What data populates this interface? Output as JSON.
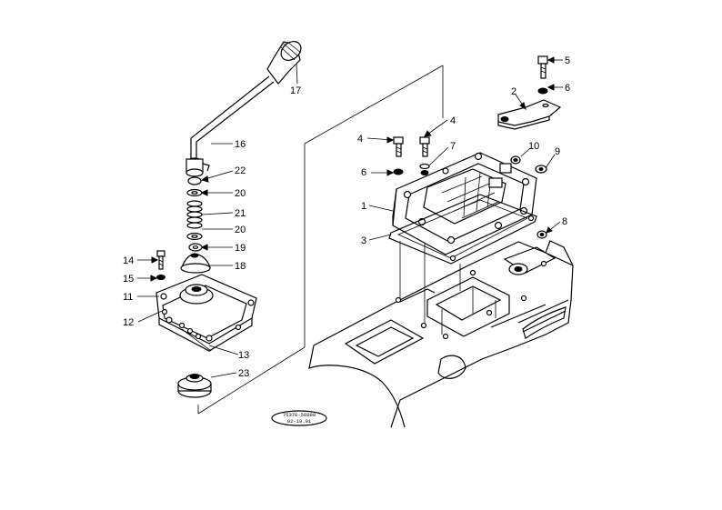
{
  "callouts": [
    {
      "id": "c5",
      "text": "5"
    },
    {
      "id": "c6a",
      "text": "6"
    },
    {
      "id": "c2",
      "text": "2"
    },
    {
      "id": "c17",
      "text": "17"
    },
    {
      "id": "c4a",
      "text": "4"
    },
    {
      "id": "c4b",
      "text": "4"
    },
    {
      "id": "c16",
      "text": "16"
    },
    {
      "id": "c7",
      "text": "7"
    },
    {
      "id": "c10",
      "text": "10"
    },
    {
      "id": "c9",
      "text": "9"
    },
    {
      "id": "c6b",
      "text": "6"
    },
    {
      "id": "c22",
      "text": "22"
    },
    {
      "id": "c20a",
      "text": "20"
    },
    {
      "id": "c1",
      "text": "1"
    },
    {
      "id": "c21",
      "text": "21"
    },
    {
      "id": "c8",
      "text": "8"
    },
    {
      "id": "c20b",
      "text": "20"
    },
    {
      "id": "c3",
      "text": "3"
    },
    {
      "id": "c19",
      "text": "19"
    },
    {
      "id": "c14",
      "text": "14"
    },
    {
      "id": "c18",
      "text": "18"
    },
    {
      "id": "c15",
      "text": "15"
    },
    {
      "id": "c11",
      "text": "11"
    },
    {
      "id": "c12",
      "text": "12"
    },
    {
      "id": "c13",
      "text": "13"
    },
    {
      "id": "c23",
      "text": "23"
    }
  ],
  "stamp": {
    "line1": "75370-56000",
    "line2": "02-19.01"
  }
}
